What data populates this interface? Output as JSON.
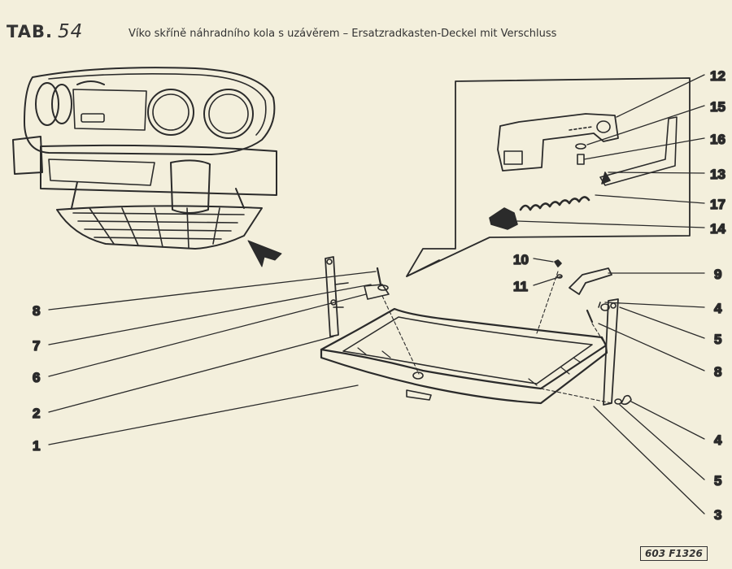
{
  "header": {
    "tab_label": "TAB.",
    "tab_number": "54",
    "title": "Víko skříně náhradního kola s uzávěrem – Ersatzradkasten-Deckel mit Verschluss"
  },
  "reference_code": "603 F1326",
  "colors": {
    "paper": "#f3efdc",
    "ink": "#2b2b2b"
  },
  "callouts": [
    {
      "id": "c12",
      "label": "12"
    },
    {
      "id": "c15",
      "label": "15"
    },
    {
      "id": "c16",
      "label": "16"
    },
    {
      "id": "c13",
      "label": "13"
    },
    {
      "id": "c17",
      "label": "17"
    },
    {
      "id": "c14",
      "label": "14"
    },
    {
      "id": "c10",
      "label": "10"
    },
    {
      "id": "c9",
      "label": "9"
    },
    {
      "id": "c11",
      "label": "11"
    },
    {
      "id": "c4a",
      "label": "4"
    },
    {
      "id": "c5a",
      "label": "5"
    },
    {
      "id": "c8b",
      "label": "8"
    },
    {
      "id": "c4b",
      "label": "4"
    },
    {
      "id": "c5b",
      "label": "5"
    },
    {
      "id": "c3",
      "label": "3"
    },
    {
      "id": "c8a",
      "label": "8"
    },
    {
      "id": "c7",
      "label": "7"
    },
    {
      "id": "c6",
      "label": "6"
    },
    {
      "id": "c2",
      "label": "2"
    },
    {
      "id": "c1",
      "label": "1"
    }
  ]
}
